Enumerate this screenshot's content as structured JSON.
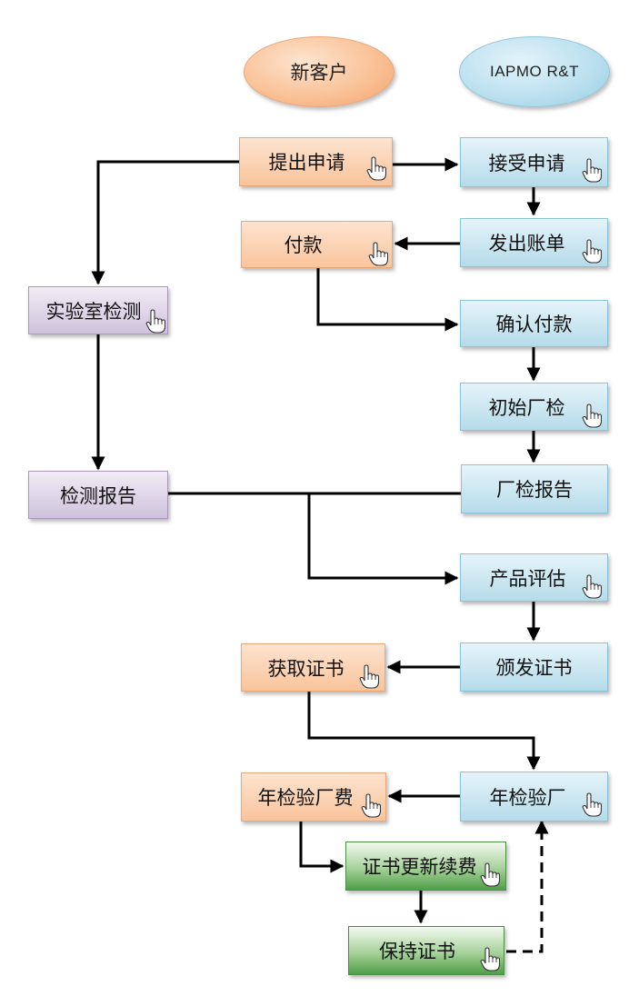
{
  "lanes": {
    "client": "新客户",
    "iapmo": "IAPMO R&T"
  },
  "steps": {
    "submit_application": "提出申请",
    "accept_application": "接受申请",
    "issue_bill": "发出账单",
    "payment": "付款",
    "lab_testing": "实验室检测",
    "confirm_payment": "确认付款",
    "initial_factory_inspection": "初始厂检",
    "test_report": "检测报告",
    "factory_inspection_report": "厂检报告",
    "product_evaluation": "产品评估",
    "obtain_certificate": "获取证书",
    "issue_certificate": "颁发证书",
    "annual_inspection_fee": "年检验厂费",
    "annual_factory_inspection": "年检验厂",
    "certificate_renewal_fee": "证书更新续费",
    "maintain_certificate": "保持证书"
  },
  "colors": {
    "client_fill": "#f9c49c",
    "iapmo_fill": "#b5dbe9",
    "lab_fill": "#cfc2dc",
    "renewal_fill": "#4f9f48",
    "connector": "#000000"
  },
  "icons": {
    "clickable_step": "hand-pointer-icon"
  }
}
